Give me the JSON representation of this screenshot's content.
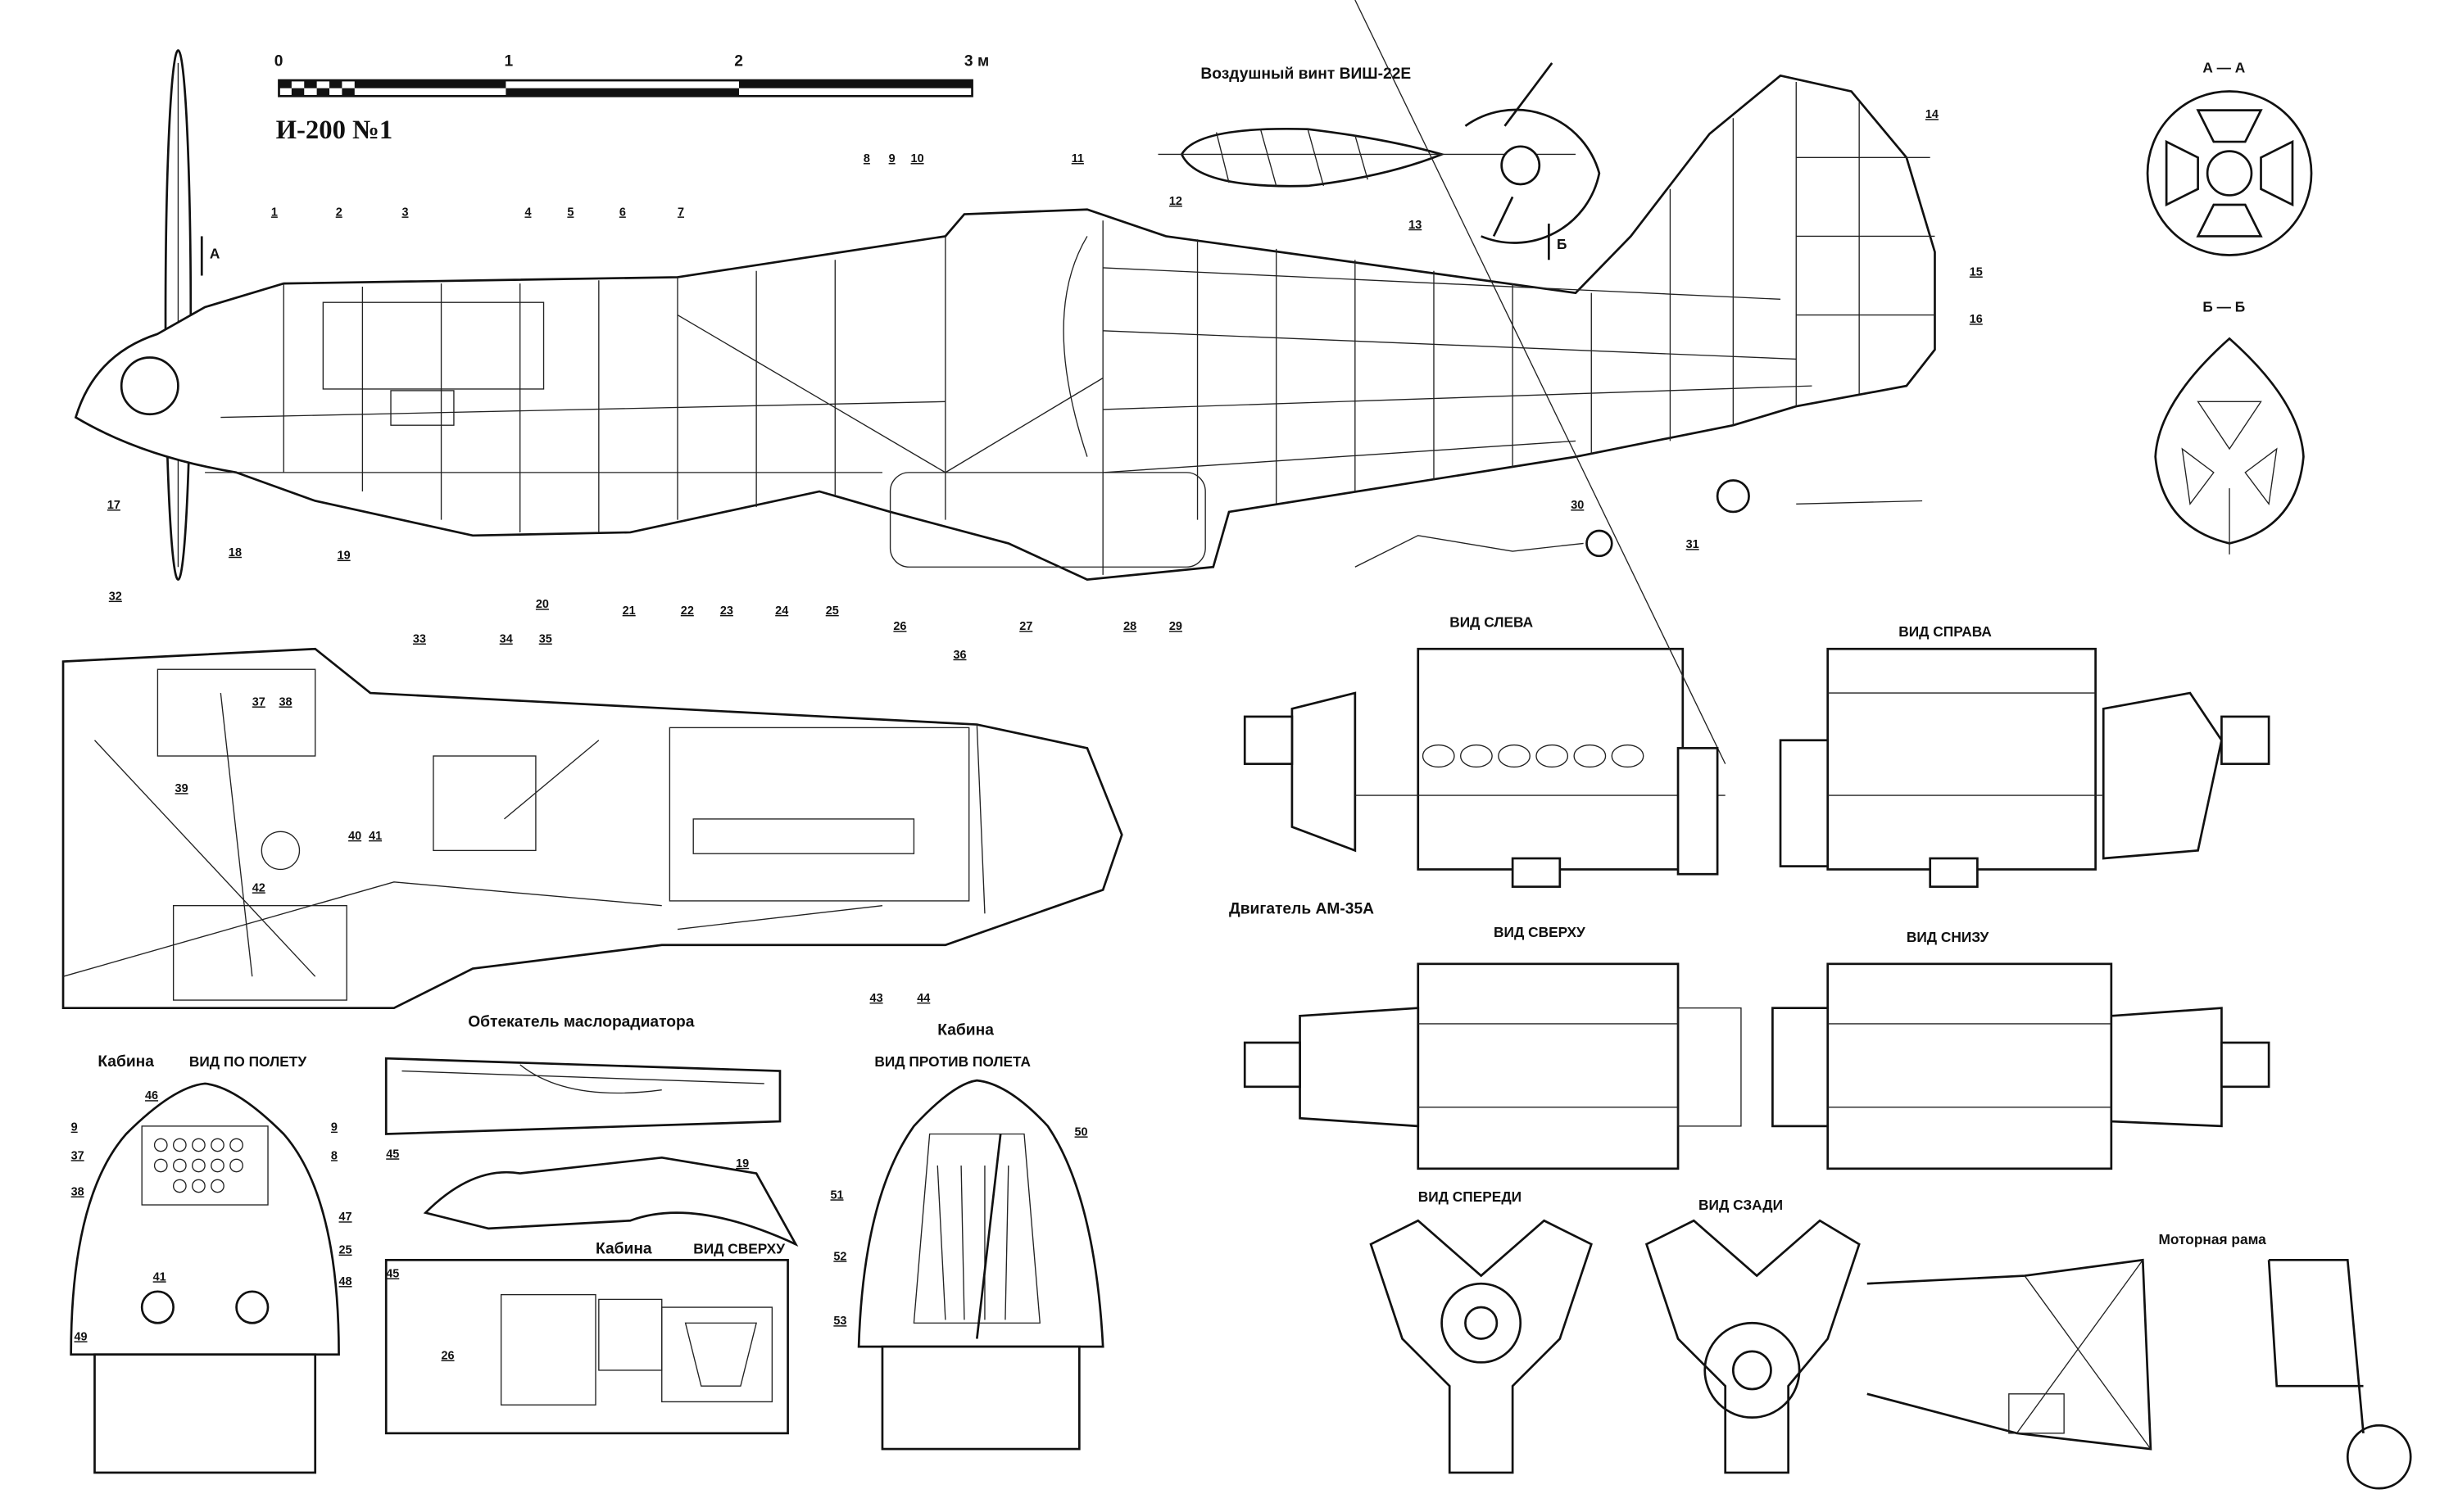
{
  "title": "И-200 №1",
  "scale_bar": {
    "ticks": [
      "0",
      "1",
      "2",
      "3 м"
    ]
  },
  "propeller": {
    "caption": "Воздушный винт ВИШ-22Е"
  },
  "section_marks": {
    "a": "А",
    "b": "Б",
    "section_aa": "А — А",
    "section_bb": "Б — Б"
  },
  "engine": {
    "caption": "Двигатель АМ-35А",
    "left_view": "ВИД СЛЕВА",
    "right_view": "ВИД СПРАВА",
    "top_view": "ВИД СВЕРХУ",
    "bottom_view": "ВИД СНИЗУ",
    "front_view": "ВИД СПЕРЕДИ",
    "rear_view": "ВИД СЗАДИ"
  },
  "motor_frame": {
    "caption": "Моторная рама"
  },
  "oil_radiator": {
    "caption": "Обтекатель маслорадиатора"
  },
  "cockpit_front": {
    "caption": "Кабина",
    "view": "ВИД ПО ПОЛЕТУ"
  },
  "cockpit_top": {
    "caption": "Кабина",
    "view": "ВИД СВЕРХУ"
  },
  "cockpit_rear": {
    "caption": "Кабина",
    "view": "ВИД ПРОТИВ ПОЛЕТА"
  },
  "callouts": [
    "1",
    "2",
    "3",
    "4",
    "5",
    "6",
    "7",
    "8",
    "9",
    "10",
    "11",
    "12",
    "13",
    "14",
    "15",
    "16",
    "17",
    "18",
    "19",
    "20",
    "21",
    "22",
    "23",
    "24",
    "25",
    "26",
    "27",
    "28",
    "29",
    "30",
    "31",
    "32",
    "33",
    "34",
    "35",
    "36",
    "37",
    "38",
    "39",
    "40",
    "41",
    "42",
    "43",
    "44",
    "45",
    "46",
    "47",
    "48",
    "49",
    "50",
    "51",
    "52",
    "53"
  ]
}
